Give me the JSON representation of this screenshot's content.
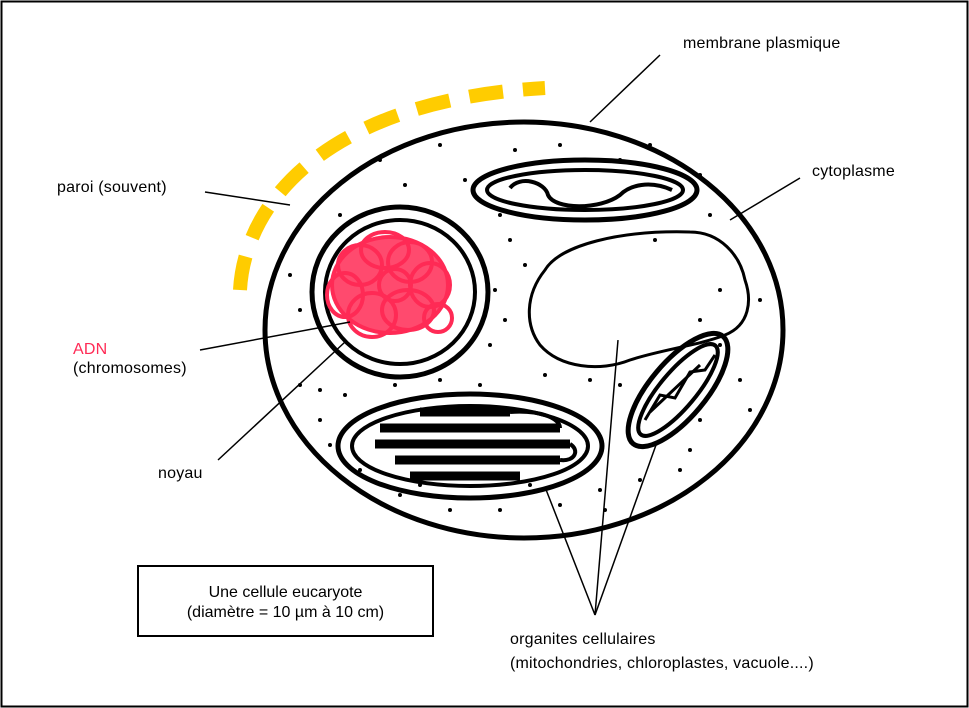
{
  "diagram": {
    "labels": {
      "membrane": "membrane plasmique",
      "paroi": "paroi (souvent)",
      "cytoplasme": "cytoplasme",
      "adn": "ADN",
      "chromosomes": "(chromosomes)",
      "noyau": "noyau",
      "organites": "organites cellulaires",
      "organites_detail": "(mitochondries, chloroplastes, vacuole....)"
    },
    "caption": {
      "line1": "Une cellule eucaryote",
      "line2": "(diamètre = 10 µm à 10 cm)"
    },
    "colors": {
      "outline": "#000000",
      "paroi": "#ffcc00",
      "adn": "#ff2a55"
    }
  }
}
